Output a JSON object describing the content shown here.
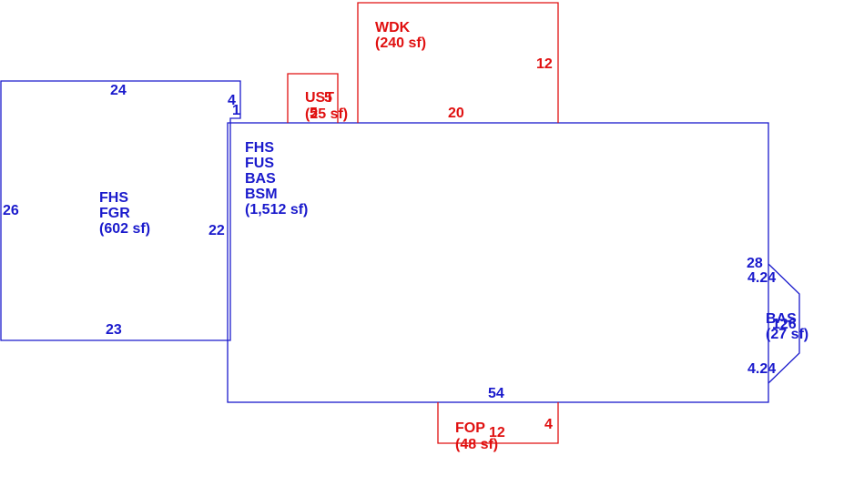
{
  "colors": {
    "living_area": "#1a1acc",
    "exterior_feature": "#e01010"
  },
  "garage": {
    "code_1": "FHS",
    "code_2": "FGR",
    "area": "(602 sf)",
    "dim_top": "24",
    "dim_left": "26",
    "dim_bottom": "23",
    "dim_right": "22",
    "dim_notch_top": "4",
    "dim_notch_side": "1"
  },
  "main_house": {
    "code_1": "FHS",
    "code_2": "FUS",
    "code_3": "BAS",
    "code_4": "BSM",
    "area": "(1,512 sf)",
    "dim_right": "28",
    "dim_bottom": "54"
  },
  "bay": {
    "code": "BAS",
    "area": "(27 sf)",
    "dim_upper_diag": "4.24",
    "dim_lower_diag": "4.24",
    "dim_front": "126"
  },
  "ust": {
    "code": "UST",
    "area": "(25 sf)",
    "dim_width": "5",
    "dim_height": "5"
  },
  "wdk": {
    "code": "WDK",
    "area": "(240 sf)",
    "dim_width": "20",
    "dim_height": "12"
  },
  "fop": {
    "code": "FOP",
    "area": "(48 sf)",
    "dim_width": "12",
    "dim_height": "4"
  }
}
